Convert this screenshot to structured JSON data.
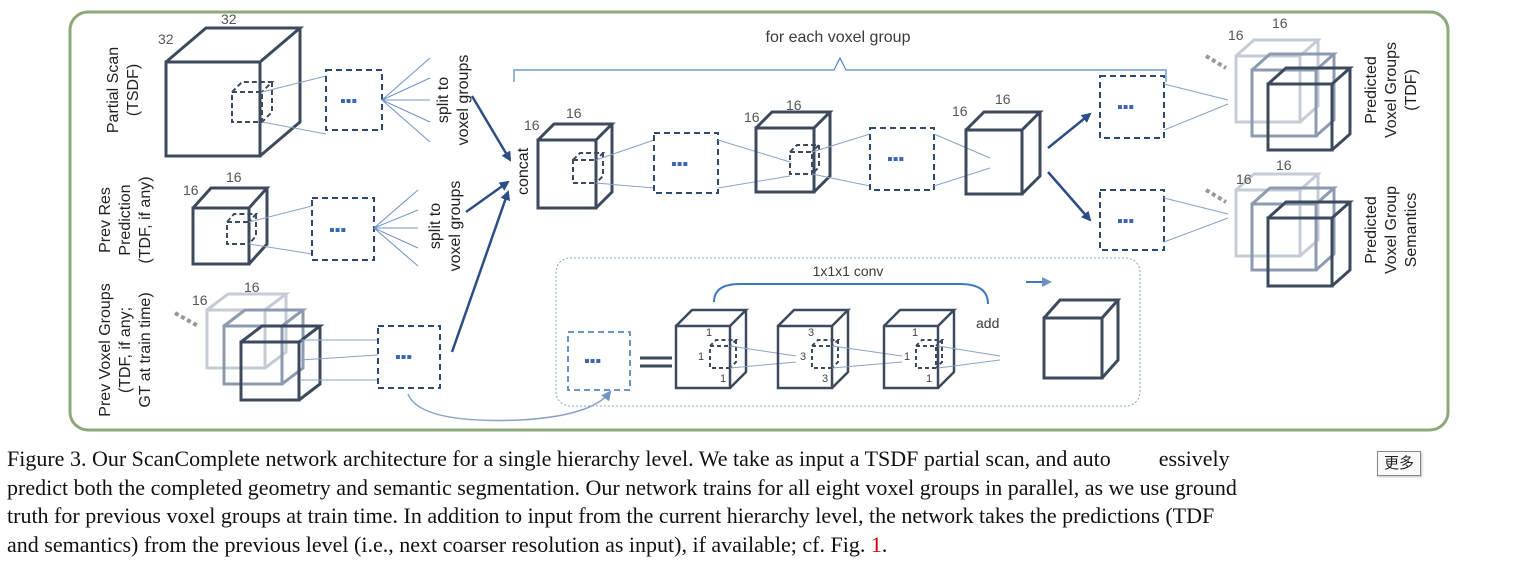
{
  "figure": {
    "colors": {
      "frame": "#8fa87a",
      "cube": "#3d4a5e",
      "cube_faded": "#b7bfcb",
      "dashed": "#2e4a72",
      "arrow": "#2d4d86",
      "dots": "#3a66b0",
      "brace": "#4f86c4"
    },
    "partial_scan_label": [
      "Partial Scan",
      "(TSDF)"
    ],
    "prev_res_label": [
      "Prev Res",
      "Prediction",
      "(TDF, if any)"
    ],
    "prev_voxel_label": [
      "Prev Voxel Groups",
      "(TDF, if any;",
      "GT at train time)"
    ],
    "split_label_1": [
      "split to",
      "voxel groups"
    ],
    "split_label_2": [
      "split to",
      "voxel groups"
    ],
    "concat_label": "concat",
    "for_each_label": "for each voxel group",
    "predicted_tdf_label": [
      "Predicted",
      "Voxel Groups",
      "(TDF)"
    ],
    "predicted_sem_label": [
      "Predicted",
      "Voxel Group",
      "Semantics"
    ],
    "conv_label": "1x1x1 conv",
    "add_label": "add",
    "dots": "▪▪▪",
    "dims": {
      "scan_w": "32",
      "scan_h": "32",
      "prev_res_w": "16",
      "prev_res_h": "16",
      "prev_vox_w": "16",
      "prev_vox_h": "16",
      "c1_w": "16",
      "c1_h": "16",
      "c2_w": "16",
      "c2_h": "16",
      "c3_w": "16",
      "c3_h": "16",
      "out1_w": "16",
      "out1_h": "16",
      "out2_w": "16",
      "out2_h": "16"
    },
    "resblock_dims": {
      "a_top": "1",
      "a_left": "1",
      "a_bottom": "1",
      "b_top": "3",
      "b_left": "3",
      "b_bottom": "3",
      "c_top": "1",
      "c_left": "1",
      "c_bottom": "1"
    }
  },
  "caption": {
    "line1_a": "Figure 3. Our ScanComplete network architecture for a single hierarchy level. We take as input a TSDF partial scan, and auto",
    "line1_b": "essively",
    "line2": "predict both the completed geometry and semantic segmentation. Our network trains for all eight voxel groups in parallel, as we use ground",
    "line3": "truth for previous voxel groups at train time. In addition to input from the current hierarchy level, the network takes the predictions (TDF",
    "line4_a": "and semantics) from the previous level (i.e., next coarser resolution as input), if available; cf. Fig. ",
    "line4_ref": "1",
    "line4_b": "."
  },
  "overlay": {
    "more_button": "更多"
  }
}
